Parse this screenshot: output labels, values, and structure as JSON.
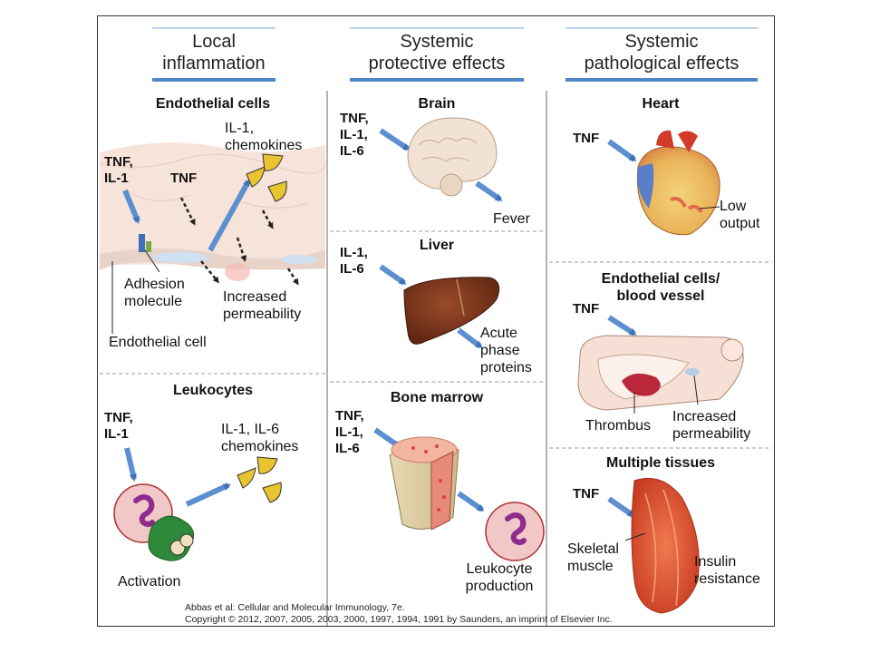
{
  "columns": {
    "local": "Local\ninflammation",
    "protective": "Systemic\nprotective effects",
    "pathological": "Systemic\npathological effects"
  },
  "local": {
    "endothelial": {
      "heading": "Endothelial cells",
      "input1": "TNF,\nIL-1",
      "input2": "TNF",
      "output": "IL-1,\nchemokines",
      "adhesion": "Adhesion\nmolecule",
      "permeability": "Increased\npermeability",
      "cell": "Endothelial cell"
    },
    "leukocytes": {
      "heading": "Leukocytes",
      "input": "TNF,\nIL-1",
      "output": "IL-1, IL-6\nchemokines",
      "activation": "Activation"
    }
  },
  "protective": {
    "brain": {
      "heading": "Brain",
      "input": "TNF,\nIL-1,\nIL-6",
      "effect": "Fever"
    },
    "liver": {
      "heading": "Liver",
      "input": "IL-1,\nIL-6",
      "effect": "Acute\nphase\nproteins"
    },
    "marrow": {
      "heading": "Bone marrow",
      "input": "TNF,\nIL-1,\nIL-6",
      "effect": "Leukocyte\nproduction"
    }
  },
  "pathological": {
    "heart": {
      "heading": "Heart",
      "input": "TNF",
      "effect": "Low\noutput"
    },
    "vessel": {
      "heading": "Endothelial cells/\nblood vessel",
      "input": "TNF",
      "thrombus": "Thrombus",
      "effect": "Increased\npermeability"
    },
    "tissues": {
      "heading": "Multiple tissues",
      "input": "TNF",
      "muscle": "Skeletal\nmuscle",
      "effect": "Insulin\nresistance"
    }
  },
  "credit": {
    "line1": "Abbas et al: Cellular and Molecular Immunology, 7e.",
    "line2": "Copyright © 2012, 2007, 2005, 2003, 2000, 1997, 1994, 1991 by Saunders, an imprint of Elsevier Inc."
  },
  "colors": {
    "arrow": "#5b8fd0",
    "heading_bar": "#4f86c6",
    "divider": "#9a9a9a"
  }
}
